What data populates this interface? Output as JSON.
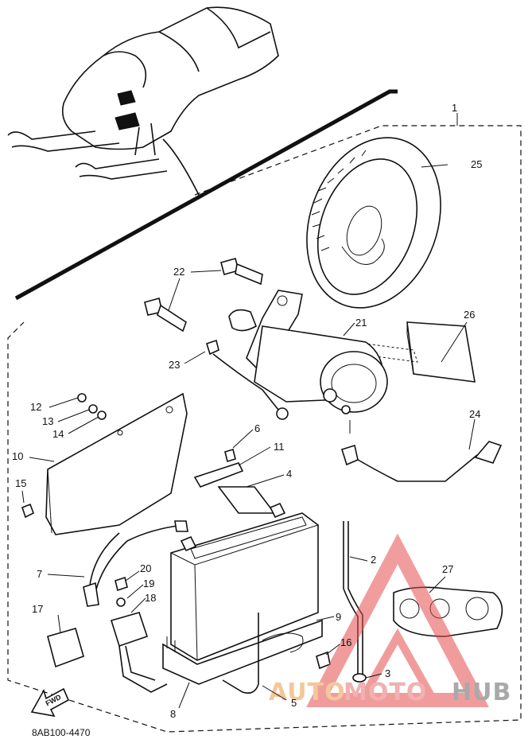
{
  "diagram": {
    "drawing_code": "8AB100-4470",
    "forward_arrow_label": "FWD",
    "watermark": {
      "part1": "AUTO",
      "part2": "MOTO",
      "part3": "HUB"
    },
    "callouts": [
      "1",
      "2",
      "3",
      "4",
      "5",
      "6",
      "7",
      "8",
      "9",
      "10",
      "11",
      "12",
      "13",
      "14",
      "15",
      "16",
      "17",
      "18",
      "19",
      "20",
      "21",
      "22",
      "23",
      "24",
      "25",
      "26",
      "27"
    ]
  }
}
